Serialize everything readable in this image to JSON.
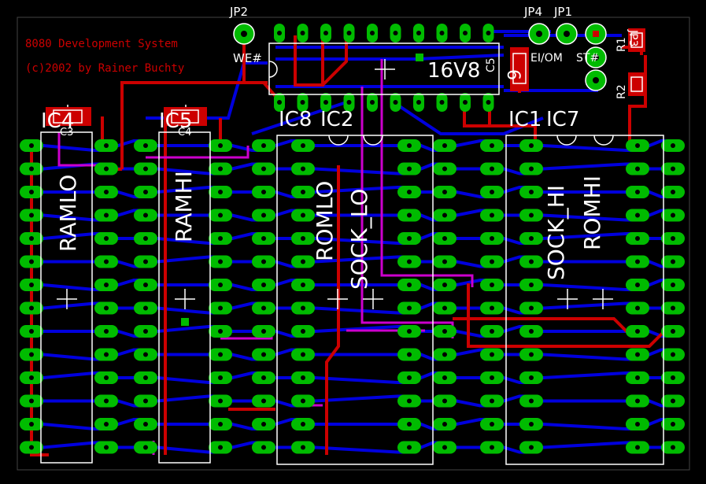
{
  "notes": {
    "line1": "8080 Development System",
    "line2": "(c)2002 by Rainer Buchty"
  },
  "jumpers": {
    "jp2": "JP2",
    "jp4": "JP4",
    "jp1": "JP1",
    "jp3": "JP3",
    "we": "WE#",
    "ei": "EI/OM",
    "st": "ST#"
  },
  "ics": {
    "ic4": "IC4",
    "ic5": "IC5",
    "ic8": "IC8",
    "ic2": "IC2",
    "ic1": "IC1",
    "ic7": "IC7",
    "ic6": "6",
    "gal": "16V8"
  },
  "caps": {
    "c3": "C3",
    "c4": "C4",
    "c5": "C5"
  },
  "resistors": {
    "r1": "R1",
    "r2": "R2"
  },
  "chips": {
    "ramlo": "RAMLO",
    "ramhi": "RAMHI",
    "romlo": "ROMLO",
    "socklo": "SOCK_LO",
    "sockhi": "SOCK_HI",
    "romhi": "ROMHI"
  },
  "colors": {
    "background": "#000000",
    "pad": "#00bb00",
    "top_trace": "#cc0000",
    "bottom_trace": "#0000dd",
    "silk": "#ffffff",
    "via": "#cc00cc"
  }
}
